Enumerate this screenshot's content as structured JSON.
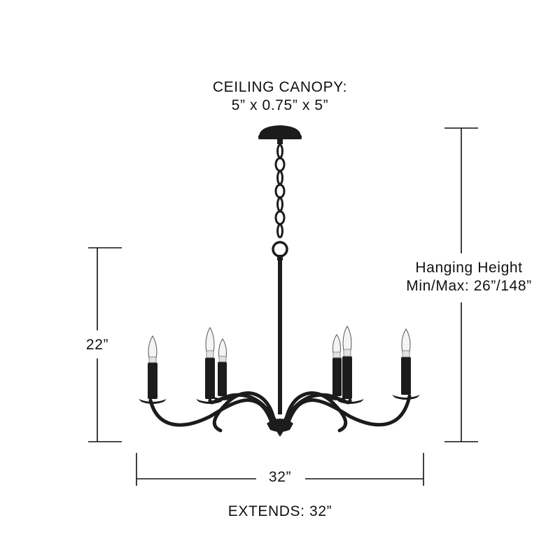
{
  "canopy": {
    "title": "CEILING CANOPY:",
    "dimensions": "5” x 0.75” x 5”"
  },
  "hanging_height": {
    "title": "Hanging Height",
    "range": "Min/Max: 26”/148”"
  },
  "fixture_height": "22”",
  "fixture_width": "32”",
  "extends": "EXTENDS: 32”",
  "colors": {
    "fixture": "#1c1c1c",
    "dimension_lines": "#111111",
    "bulb": "#f4f4f4"
  }
}
